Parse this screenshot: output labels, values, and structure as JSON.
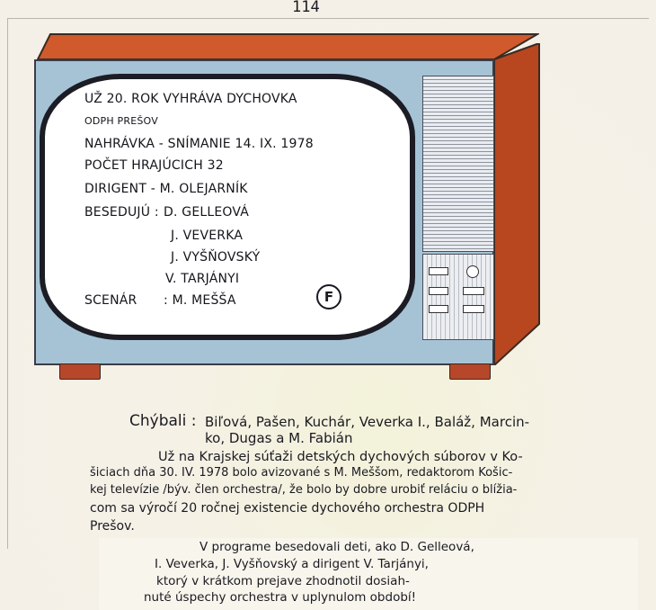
{
  "page_number": "114",
  "screen_lines": {
    "line1": "UŽ 20. ROK VYHRÁVA DYCHOVKA",
    "line2": "ODPH PREŠOV",
    "line3": "NAHRÁVKA - SNÍMANIE 14. IX. 1978",
    "line4": "POČET HRAJÚCICH 32",
    "line5": "DIRIGENT - M. OLEJARNÍK",
    "line6_label": "BESEDUJÚ :",
    "line6_value": "D. GELLEOVÁ",
    "line7": "J. VEVERKA",
    "line8": "J. VYŠŇOVSKÝ",
    "line9": "V. TARJÁNYI",
    "line10_label": "SCENÁR",
    "line10_value": ": M. MEŠŠA",
    "logo_letter": "F"
  },
  "missing": {
    "label": "Chýbali :",
    "line1": "Biľová, Pašen, Kuchár, Veverka I., Baláž, Marcin-",
    "line2": "ko, Dugas a M. Fabián"
  },
  "body_text": {
    "line1": "Už na Krajskej súťaži detských dychových súborov v Ko-",
    "line2": "šiciach dňa 30. IV. 1978 bolo avizované s M. Meššom, redaktorom Košic-",
    "line3": "kej televízie /býv. člen orchestra/, že bolo by dobre urobiť reláciu o blížia-",
    "line4": "com sa výročí 20 ročnej existencie dychového orchestra ODPH",
    "line5": "Prešov."
  },
  "note_text": {
    "line1": "V programe besedovali deti, ako D. Gelleová,",
    "line2": "I. Veverka, J. Vyšňovský a dirigent V. Tarjányi,",
    "line3": "ktorý v krátkom prejave zhodnotil dosiah-",
    "line4": "nuté úspechy orchestra v uplynulom období!"
  },
  "colors": {
    "tv_wood": "#c9542a",
    "tv_front": "#a6c3d6",
    "ink": "#1a1a22"
  }
}
